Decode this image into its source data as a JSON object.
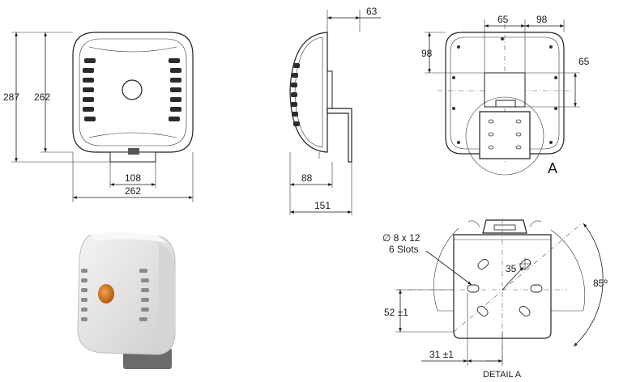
{
  "front_view": {
    "height_total": "287",
    "height_body": "262",
    "width_bracket": "108",
    "width_body": "262"
  },
  "side_view": {
    "depth_top": "63",
    "depth_body": "88",
    "depth_total": "151"
  },
  "back_view": {
    "dim_65_top": "65",
    "dim_98_top": "98",
    "dim_98_left": "98",
    "dim_65_right": "65",
    "detail_marker": "A"
  },
  "detail_a": {
    "hole_callout_line1": "∅ 8 x 12",
    "hole_callout_line2": "6 Slots",
    "dim_35": "35",
    "dim_angle": "85º",
    "dim_52": "52 ±1",
    "dim_31": "31 ±1",
    "caption": "DETAIL A"
  },
  "colors": {
    "line": "#1a1a1a",
    "slot": "#2b2b2b",
    "render_body": "#e6e6e6",
    "logo": "#d9741c"
  }
}
